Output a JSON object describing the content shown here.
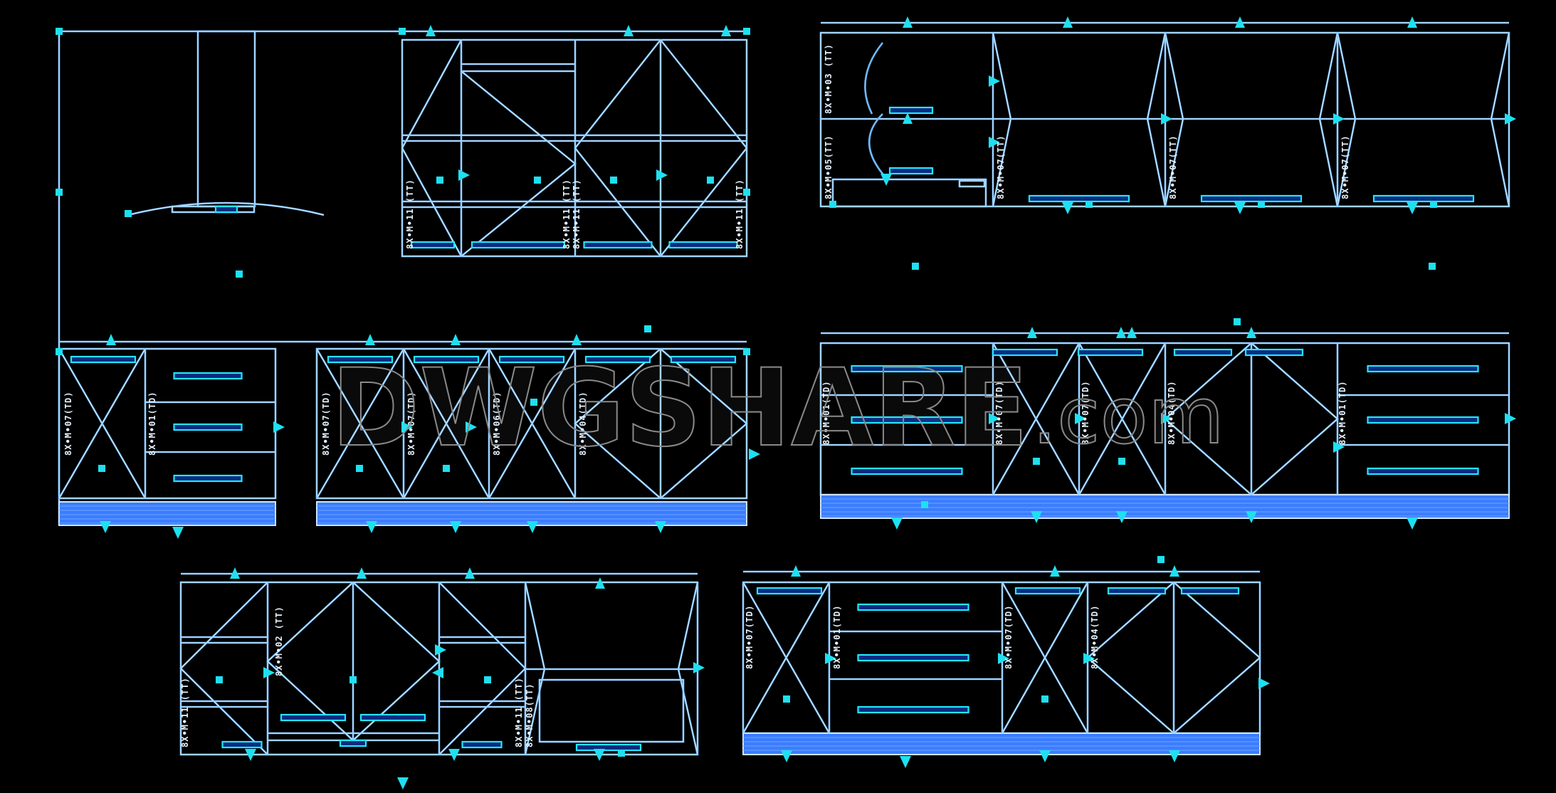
{
  "drawing": {
    "title": "Kitchen cabinet elevations",
    "watermark": "DWGSHARE",
    "watermark_suffix": ".com",
    "colors": {
      "background": "#000000",
      "line": "#6fbaff",
      "handle": "#22e6ff",
      "kickboard": "#3b7dff",
      "marker": "#1ee0f0"
    },
    "labels": {
      "a_wall": [
        "8X•M•11 (TT)",
        "8X•M•11 (TT)",
        "8X•M•11 (TT)",
        "8X•M•11 (TT)"
      ],
      "a_base": [
        "8X•M•07(TD)",
        "8X•M•01(TD)",
        "8X•M•07(TD)",
        "8X•M•07(TD)",
        "8X•M•06(TD)",
        "8X•M•04(TD)"
      ],
      "b_wall": [
        "8X•M•03 (TT)",
        "8X•M•05(TT)",
        "8X•M•07(TT)",
        "8X•M•07(TT)",
        "8X•M•07(TT)"
      ],
      "c_base": [
        "8X•M•01(TD)",
        "8X•M•07(TD)",
        "8X•M•07(TD)",
        "8X•M•04(TD)",
        "8X•M•01(TD)"
      ],
      "d_tall": [
        "8X•M•11 (TT)",
        "8X•M•02 (TT)",
        "8X•M•11 (TT)",
        "8X•M•08(TT)"
      ],
      "e_base": [
        "8X•M•07(TD)",
        "8X•M•01(TD)",
        "8X•M•07(TD)",
        "8X•M•04(TD)"
      ]
    }
  }
}
